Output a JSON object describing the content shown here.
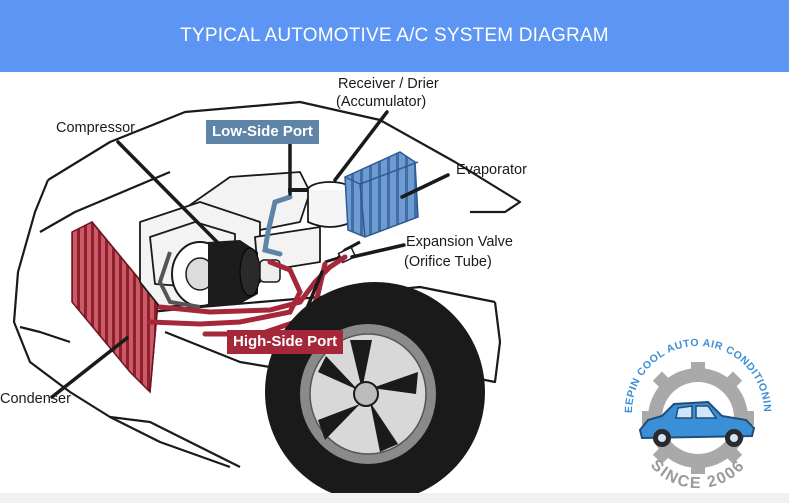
{
  "header": {
    "title": "TYPICAL AUTOMOTIVE A/C SYSTEM DIAGRAM"
  },
  "labels": {
    "compressor": "Compressor",
    "receiver_drier_line1": "Receiver / Drier",
    "receiver_drier_line2": "(Accumulator)",
    "evaporator": "Evaporator",
    "expansion_valve_line1": "Expansion Valve",
    "expansion_valve_line2": "(Orifice Tube)",
    "condenser": "Condenser",
    "low_side_port": "Low-Side Port",
    "high_side_port": "High-Side Port"
  },
  "logo": {
    "arc_text": "KEEPIN COOL AUTO AIR CONDITIONING",
    "since_text": "SINCE 2006",
    "icon": "gear-with-vintage-car-icon"
  },
  "colors": {
    "banner": "#5c95f3",
    "low_side": "#5e84a8",
    "high_side": "#a5273a",
    "car_icon": "#3b8fd6"
  }
}
